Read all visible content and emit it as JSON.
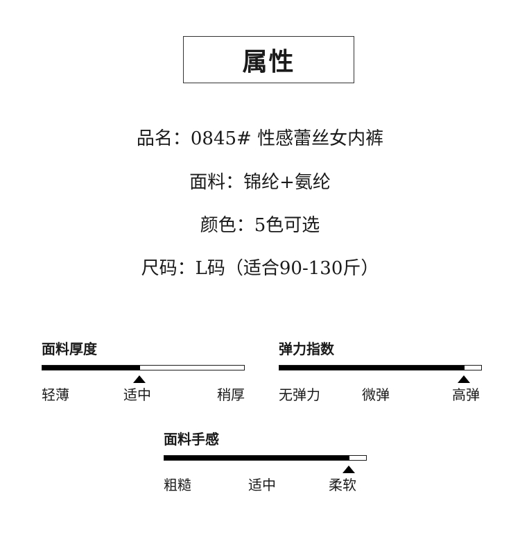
{
  "title": "属性",
  "attributes": [
    {
      "label": "品名：",
      "value": "0845# 性感蕾丝女内裤"
    },
    {
      "label": "面料：",
      "value": "锦纶+氨纶"
    },
    {
      "label": "颜色：",
      "value": "5色可选"
    },
    {
      "label": "尺码：",
      "value": "L码（适合90-130斤）"
    }
  ],
  "scales": {
    "thickness": {
      "title": "面料厚度",
      "level_fraction": 0.48,
      "labels": [
        "轻薄",
        "适中",
        "稍厚"
      ]
    },
    "elasticity": {
      "title": "弹力指数",
      "level_fraction": 0.91,
      "labels": [
        "无弹力",
        "微弹",
        "高弹"
      ]
    },
    "hand_feel": {
      "title": "面料手感",
      "level_fraction": 0.91,
      "labels": [
        "粗糙",
        "适中",
        "柔软"
      ]
    }
  }
}
